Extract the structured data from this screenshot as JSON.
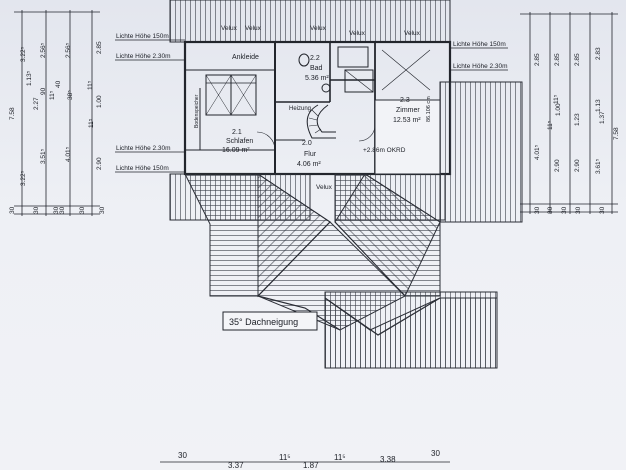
{
  "lichte_hoehe": {
    "l150_top": "Lichte Höhe 150m",
    "l230_top": "Lichte Höhe 2.30m",
    "l230_bottom": "Lichte Höhe 2.30m",
    "l150_bottom": "Lichte Höhe 150m",
    "r150_top": "Lichte Höhe 150m",
    "r230_top": "Lichte Höhe 2.30m"
  },
  "velux": {
    "v1": "Velux",
    "v2": "Velux",
    "v3": "Velux",
    "v4": "Velux",
    "v5": "Velux",
    "v6": "Velux"
  },
  "rooms": {
    "ankleide": "Ankleide",
    "bad_no": "2.2",
    "bad_name": "Bad",
    "bad_area": "5.36 m²",
    "heizung": "Heizung",
    "zimmer_no": "2.3",
    "zimmer_name": "Zimmer",
    "zimmer_area": "12.53 m²",
    "zimmer_note": "86.106 cm",
    "schlafen_no": "2.1",
    "schlafen_name": "Schlafen",
    "schlafen_area": "16.09 m²",
    "flur_no": "2.0",
    "flur_name": "Flur",
    "flur_area": "4.06 m²",
    "okrd": "+2.86m OKRD",
    "bodenspeicher": "Bodenspeicher"
  },
  "roof_note": "35° Dachneigung",
  "left_dims": {
    "a1": "3.22⁵",
    "a2": "1.13⁵",
    "a3": "2.56⁵",
    "a4": "2.56⁵",
    "a5": "2.85",
    "b1": "2.27",
    "b2": "90",
    "b3": "40",
    "b4": "11⁵",
    "b5": "38⁵",
    "b6": "1.00",
    "b7": "11⁵",
    "b8": "11⁵",
    "b9": "7.58",
    "c1": "3.22⁵",
    "c2": "3.51⁵",
    "c3": "4.01⁵",
    "c4": "2.90",
    "bot1": "30",
    "bot2": "30",
    "bot3": "30",
    "bot4": "30",
    "bot5": "30",
    "bot6": "30"
  },
  "right_dims": {
    "r1": "2.85",
    "r2": "2.85",
    "r3": "2.85",
    "r4": "2.83",
    "r5": "1.00",
    "r6": "11⁵",
    "r7": "11⁵",
    "r8": "1.23",
    "r9": "1.13",
    "r10": "1.37",
    "r11": "7.58",
    "r12": "4.01⁵",
    "r13": "2.90",
    "r14": "2.90",
    "r15": "3.61⁵",
    "rb1": "30",
    "rb2": "30",
    "rb3": "30",
    "rb4": "30",
    "rb5": "30"
  },
  "bottom_dims": {
    "d1": "30",
    "d2": "3.37",
    "d3": "11⁵",
    "d4": "1.87",
    "d5": "11⁵",
    "d6": "3.38",
    "d7": "30"
  }
}
